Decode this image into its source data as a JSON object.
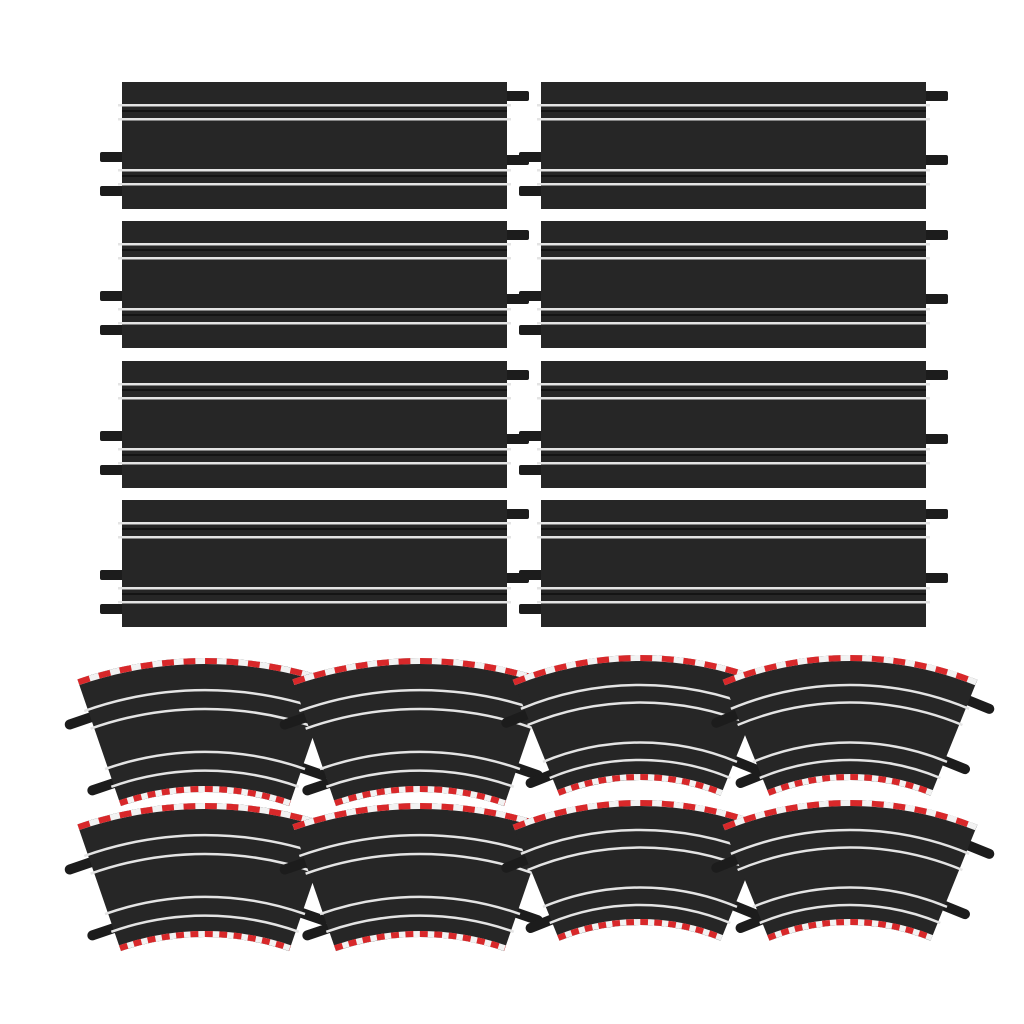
{
  "scene": {
    "background_color": "#ffffff",
    "track_color": "#262626",
    "connector_color": "#1c1c1c",
    "rail_color": "#e4e4e4",
    "curb_red": "#d8282a",
    "curb_white": "#f2f2f2"
  },
  "straight_tracks": [
    {
      "id": "straight-1"
    },
    {
      "id": "straight-2"
    },
    {
      "id": "straight-3"
    },
    {
      "id": "straight-4"
    },
    {
      "id": "straight-5"
    },
    {
      "id": "straight-6"
    },
    {
      "id": "straight-7"
    },
    {
      "id": "straight-8"
    }
  ],
  "curved_tracks": [
    {
      "id": "curve-1",
      "style": "narrow"
    },
    {
      "id": "curve-2",
      "style": "narrow"
    },
    {
      "id": "curve-3",
      "style": "narrow"
    },
    {
      "id": "curve-4",
      "style": "narrow"
    },
    {
      "id": "curve-5",
      "style": "wide"
    },
    {
      "id": "curve-6",
      "style": "wide"
    },
    {
      "id": "curve-7",
      "style": "wide"
    },
    {
      "id": "curve-8",
      "style": "wide"
    }
  ]
}
